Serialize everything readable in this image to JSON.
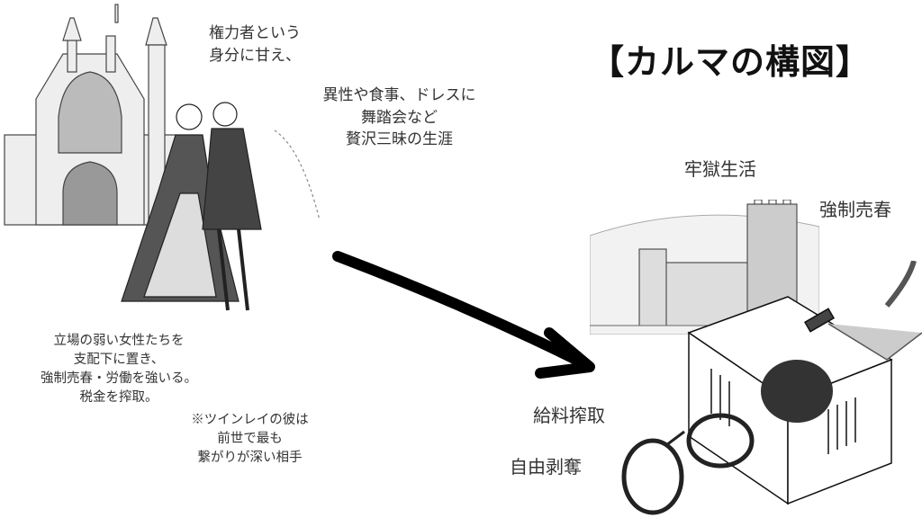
{
  "title": "【カルマの構図】",
  "text_privilege": [
    "権力者という",
    "身分に甘え、"
  ],
  "text_luxury": [
    "異性や食事、ドレスに",
    "舞踏会など",
    "贅沢三昧の生涯"
  ],
  "text_domination": [
    "立場の弱い女性たちを",
    "支配下に置き、",
    "強制売春・労働を強いる。",
    "税金を搾取。"
  ],
  "text_twinray": [
    "※ツインレイの彼は",
    "前世で最も",
    "繋がりが深い相手"
  ],
  "label_prison": "牢獄生活",
  "label_forced_prostitution": "強制売春",
  "label_wage_exploitation": "給料搾取",
  "label_loss_of_freedom": "自由剥奪"
}
